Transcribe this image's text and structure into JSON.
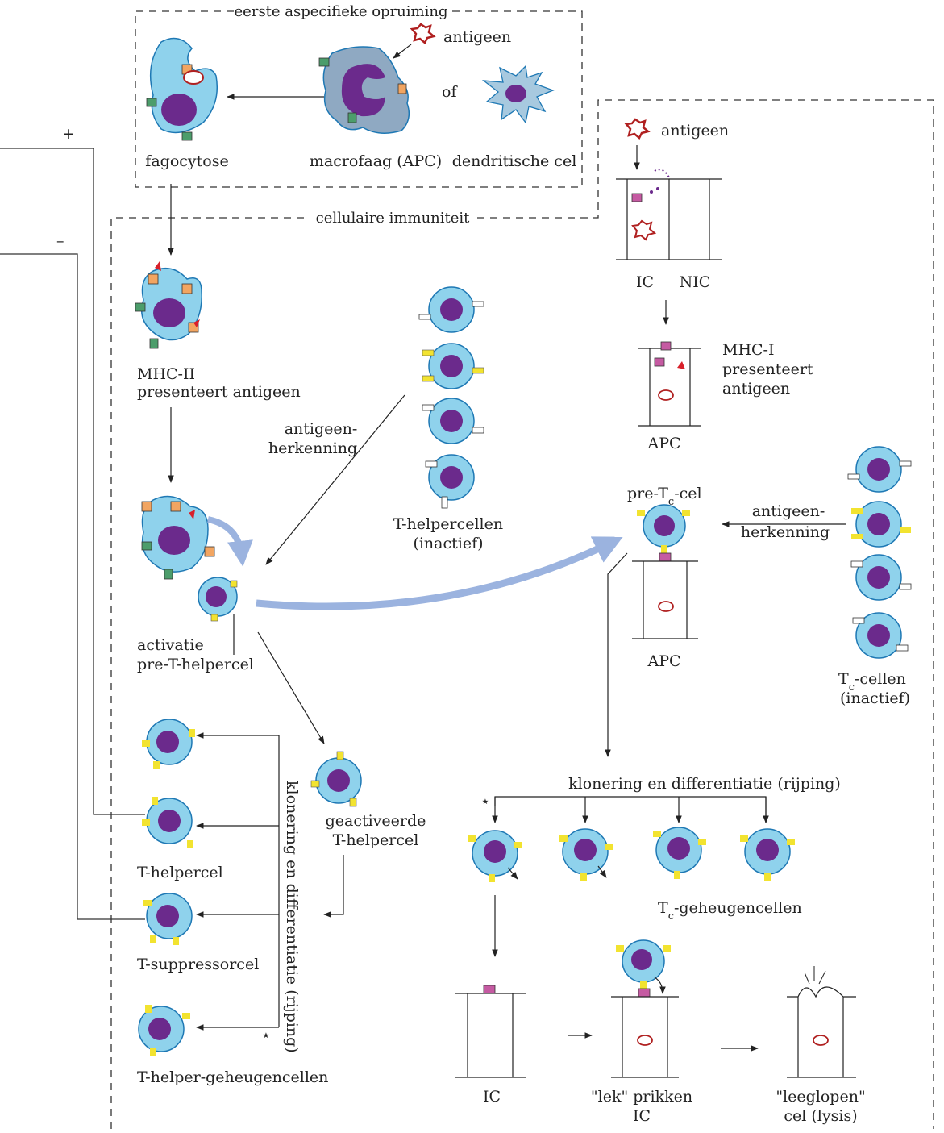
{
  "colors": {
    "cell_fill": "#8fd2ec",
    "cell_stroke": "#1e78b4",
    "nucleus": "#6b2a8c",
    "receptor_yellow": "#f2e330",
    "receptor_orange": "#f2a561",
    "receptor_green": "#4c9d6b",
    "antigen_red": "#d8202a",
    "mhc_pink": "#c55aa2",
    "macrophage_fill": "#8fa9c2",
    "dendritic_fill": "#a7c9df",
    "big_arrow": "#9bb3df"
  },
  "frames": {
    "nonspecific_title": "eerste aspecifieke opruiming",
    "cellular_title": "cellulaire immuniteit"
  },
  "feedback": {
    "plus": "+",
    "minus": "–"
  },
  "top": {
    "antigen": "antigeen",
    "or": "of",
    "phagocytosis": "fagocytose",
    "macrophage": "macrofaag (APC)",
    "dendritic": "dendritische cel"
  },
  "left": {
    "mhc2_line1": "MHC-II",
    "mhc2_line2": "presenteert antigeen",
    "recognition_line1": "antigeen-",
    "recognition_line2": "herkenning",
    "th_inactive_line1": "T-helpercellen",
    "th_inactive_line2": "(inactief)",
    "activation_line1": "activatie",
    "activation_line2": "pre-T-helpercel",
    "activated_line1": "geactiveerde",
    "activated_line2": "T-helpercel",
    "cloning_vertical": "klonering en differentiatie (rijping)",
    "t_helper": "T-helpercel",
    "t_suppressor": "T-suppressorcel",
    "t_helper_memory": "T-helper-geheugencellen",
    "star": "⋆"
  },
  "right": {
    "antigen": "antigeen",
    "ic": "IC",
    "nic": "NIC",
    "mhc1_line1": "MHC-I",
    "mhc1_line2": "presenteert",
    "mhc1_line3": "antigeen",
    "apc": "APC",
    "pre_tc_a": "pre-T",
    "pre_tc_sub": "c",
    "pre_tc_b": "-cel",
    "recognition_line1": "antigeen-",
    "recognition_line2": "herkenning",
    "tc_a": "T",
    "tc_sub": "c",
    "tc_b": "-cellen",
    "tc_inactive": "(inactief)",
    "cloning": "klonering en differentiatie (rijping)",
    "tc_memory_a": "T",
    "tc_memory_sub": "c",
    "tc_memory_b": "-geheugencellen",
    "star": "⋆"
  },
  "bottom": {
    "ic": "IC",
    "leak_line1": "\"lek\" prikken",
    "leak_line2": "IC",
    "lysis_line1": "\"leeglopen\"",
    "lysis_line2": "cel (lysis)"
  }
}
